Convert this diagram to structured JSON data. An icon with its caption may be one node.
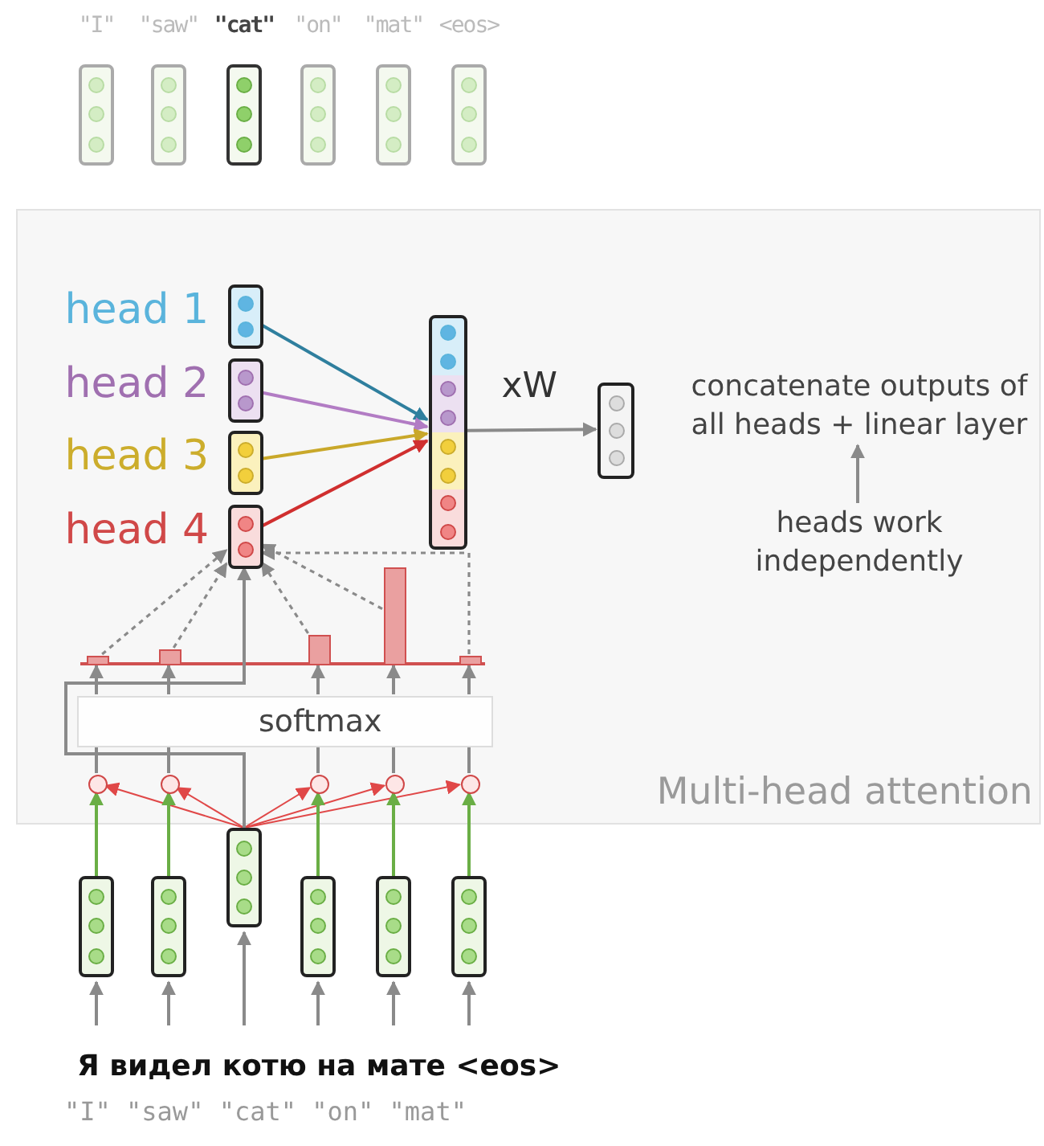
{
  "diagram": {
    "nodes": [
      {
        "text": [],
        "shape": "box",
        "beside": [
          "\"I\""
        ]
      },
      {
        "text": [],
        "shape": "box",
        "beside": [
          "\"saw\""
        ]
      },
      {
        "text": [],
        "shape": "box",
        "beside": [
          "\"cat\""
        ]
      },
      {
        "text": [],
        "shape": "box",
        "beside": [
          "\"on\""
        ]
      },
      {
        "text": [],
        "shape": "box",
        "beside": [
          "\"mat\""
        ]
      },
      {
        "text": [],
        "shape": "box",
        "beside": [
          "<eos>"
        ]
      },
      {
        "text": [
          "Multi-head attention"
        ]
      },
      {
        "text": [
          "head 1"
        ],
        "in": 6
      },
      {
        "text": [
          "head 2"
        ],
        "in": 6
      },
      {
        "text": [
          "head 3"
        ],
        "in": 6
      },
      {
        "text": [
          "head 4"
        ],
        "in": 6
      },
      {
        "text": [],
        "shape": "box",
        "in": 6
      },
      {
        "text": [],
        "shape": "box",
        "in": 6
      },
      {
        "text": [
          "concatenate outputs of all heads + linear layer"
        ],
        "in": 6
      },
      {
        "text": [
          "heads work independently"
        ],
        "in": 6
      },
      {
        "text": [],
        "shape": "bar",
        "in": 6
      },
      {
        "text": [],
        "shape": "bar",
        "in": 6
      },
      {
        "text": [],
        "shape": "bar",
        "in": 6
      },
      {
        "text": [],
        "shape": "bar",
        "in": 6
      },
      {
        "text": [],
        "shape": "bar",
        "in": 6
      },
      {
        "text": [
          "softmax"
        ],
        "in": 6
      },
      {
        "text": [],
        "shape": "circle",
        "in": 6
      },
      {
        "text": [],
        "shape": "circle",
        "in": 6
      },
      {
        "text": [],
        "shape": "circle",
        "in": 6
      },
      {
        "text": [],
        "shape": "circle",
        "in": 6
      },
      {
        "text": [],
        "shape": "circle",
        "in": 6
      },
      {
        "text": [],
        "shape": "box"
      },
      {
        "text": [],
        "shape": "box"
      },
      {
        "text": [],
        "shape": "box"
      },
      {
        "text": [],
        "shape": "box"
      },
      {
        "text": [],
        "shape": "box"
      },
      {
        "text": [],
        "shape": "box"
      }
    ],
    "edges": [
      {
        "from": 7,
        "to": 11,
        "arrow": "to",
        "color": "#2f7f9e"
      },
      {
        "from": 8,
        "to": 11,
        "arrow": "to",
        "color": "#b27cc4"
      },
      {
        "from": 9,
        "to": 11,
        "arrow": "to",
        "color": "#c9a82a"
      },
      {
        "from": 10,
        "to": 11,
        "arrow": "to",
        "color": "#d02f2f"
      },
      {
        "from": 11,
        "to": 12,
        "arrow": "to",
        "label": "xW"
      },
      {
        "from": 14,
        "to": 13,
        "arrow": "to"
      },
      {
        "from": 15,
        "to": 10,
        "arrow": "to",
        "style": "dashed"
      },
      {
        "from": 16,
        "to": 10,
        "arrow": "to",
        "style": "dashed"
      },
      {
        "from": 17,
        "to": 10,
        "arrow": "to",
        "style": "dashed"
      },
      {
        "from": 18,
        "to": 10,
        "arrow": "to",
        "style": "dashed"
      },
      {
        "from": 19,
        "to": 10,
        "arrow": "to",
        "style": "dashed"
      },
      {
        "from": 20,
        "to": 15,
        "arrow": "to"
      },
      {
        "from": 20,
        "to": 16,
        "arrow": "to"
      },
      {
        "from": 20,
        "to": 17,
        "arrow": "to"
      },
      {
        "from": 20,
        "to": 18,
        "arrow": "to"
      },
      {
        "from": 20,
        "to": 19,
        "arrow": "to"
      },
      {
        "from": 21,
        "to": 20,
        "arrow": "none"
      },
      {
        "from": 22,
        "to": 20,
        "arrow": "none"
      },
      {
        "from": 23,
        "to": 20,
        "arrow": "none"
      },
      {
        "from": 24,
        "to": 20,
        "arrow": "none"
      },
      {
        "from": 25,
        "to": 20,
        "arrow": "none"
      },
      {
        "from": 28,
        "to": 21,
        "arrow": "to",
        "color": "#e04848"
      },
      {
        "from": 28,
        "to": 22,
        "arrow": "to",
        "color": "#e04848"
      },
      {
        "from": 28,
        "to": 23,
        "arrow": "to",
        "color": "#e04848"
      },
      {
        "from": 28,
        "to": 24,
        "arrow": "to",
        "color": "#e04848"
      },
      {
        "from": 28,
        "to": 25,
        "arrow": "to",
        "color": "#e04848"
      },
      {
        "from": 26,
        "to": 21,
        "arrow": "to",
        "color": "#6aae45"
      },
      {
        "from": 27,
        "to": 22,
        "arrow": "to",
        "color": "#6aae45"
      },
      {
        "from": 29,
        "to": 23,
        "arrow": "to",
        "color": "#6aae45"
      },
      {
        "from": 30,
        "to": 24,
        "arrow": "to",
        "color": "#6aae45"
      },
      {
        "from": 31,
        "to": 25,
        "arrow": "to",
        "color": "#6aae45"
      },
      {
        "from": 28,
        "to": 10,
        "arrow": "to"
      },
      {
        "from": null,
        "to": 26,
        "arrow": "to"
      },
      {
        "from": null,
        "to": 27,
        "arrow": "to"
      },
      {
        "from": null,
        "to": 28,
        "arrow": "to"
      },
      {
        "from": null,
        "to": 29,
        "arrow": "to"
      },
      {
        "from": null,
        "to": 30,
        "arrow": "to"
      },
      {
        "from": null,
        "to": 31,
        "arrow": "to"
      }
    ],
    "labels": [
      "Я видел котю на мате <eos>",
      "\"I\" \"saw\" \"cat\" \"on\" \"mat\""
    ]
  }
}
